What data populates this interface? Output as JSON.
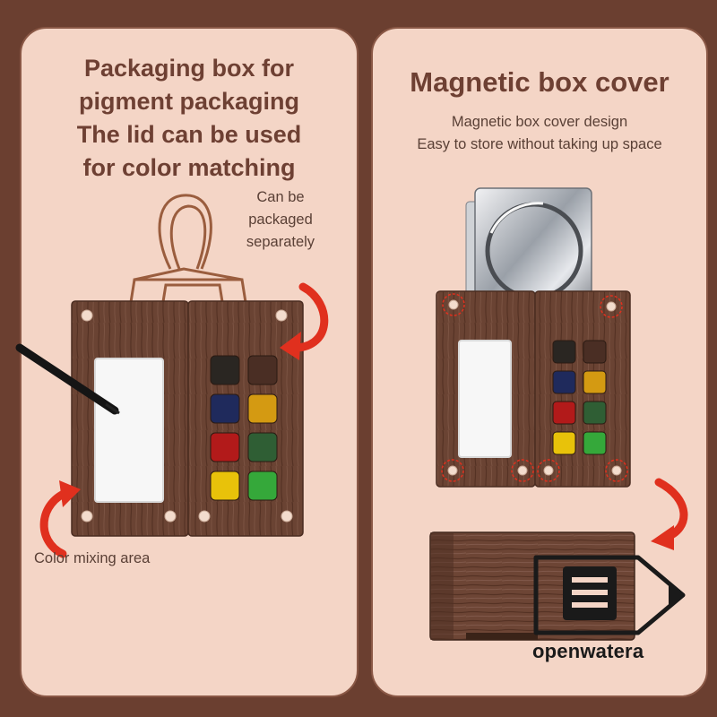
{
  "left_panel": {
    "title_lines": [
      "Packaging box for",
      "pigment packaging",
      "The lid can be used",
      "for color matching"
    ],
    "note_separately_lines": [
      "Can be",
      "packaged",
      "separately"
    ],
    "note_mixing": "Color mixing area"
  },
  "right_panel": {
    "title": "Magnetic box cover",
    "subtitle_lines": [
      "Magnetic box cover design",
      "Easy to store without taking up space"
    ]
  },
  "watermark": {
    "text": "openwatera"
  },
  "colors": {
    "panel_bg": "#f4d5c6",
    "page_bg": "#6b3f30",
    "title_text": "#6e4033",
    "wood": "#6a4333",
    "arrow_red": "#e0301e"
  },
  "pigments": [
    "#2a2622",
    "#4a2e24",
    "#1f2a5c",
    "#d49a12",
    "#b21a1a",
    "#2f5e34",
    "#e8c20a",
    "#35a83a"
  ]
}
